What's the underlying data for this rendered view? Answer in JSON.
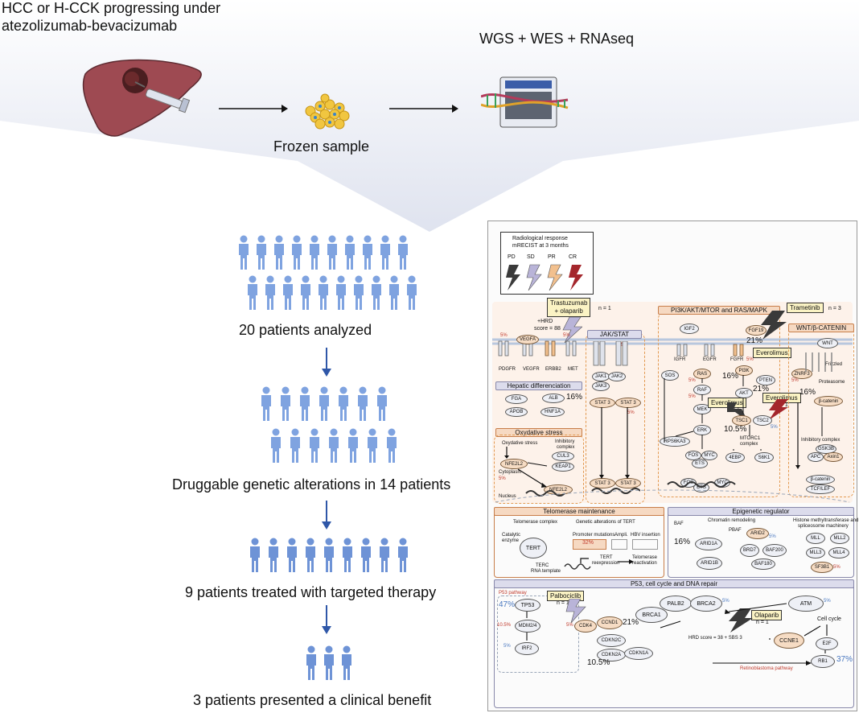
{
  "top": {
    "title_line1": "HCC or H-CCK progressing under",
    "title_line2": "atezolizumab-bevacizumab",
    "sequencing": "WGS + WES + RNAseq",
    "frozen_sample": "Frozen sample"
  },
  "flow": {
    "step1": "20 patients analyzed",
    "step2": "Druggable genetic alterations in 14 patients",
    "step3": "9 patients treated with targeted therapy",
    "step4": "3 patients presented a clinical benefit",
    "step1_count": 20,
    "step2_count": 14,
    "step3_count": 9,
    "step4_count": 3
  },
  "panel": {
    "legend": {
      "title1": "Radiological response",
      "title2": "mRECIST at 3 months",
      "items": [
        {
          "label": "PD",
          "color": "#3a3a3a"
        },
        {
          "label": "SD",
          "color": "#b9b4d8"
        },
        {
          "label": "PR",
          "color": "#f2c08e"
        },
        {
          "label": "CR",
          "color": "#a4262c"
        }
      ]
    },
    "drugs": {
      "trastuzumab1": "Trastuzumab",
      "trastuzumab2": "+ olaparib",
      "n1": "n = 1",
      "hrd1": "+HRD",
      "hrd2": "score = 88",
      "trametinib": "Trametinib",
      "n3": "n = 3",
      "everolimus": "Everolimus",
      "palbociclib": "Palbociclib",
      "olaparib": "Olaparib"
    },
    "sections": {
      "jak": "JAK/STAT",
      "pi3k": "PI3K/AKT/MTOR and RAS/MAPK",
      "wnt": "WNT/β-CATENIN",
      "hepatic": "Hepatic differenciation",
      "oxy": "Oxydative stress",
      "telomerase": "Telomerase maintenance",
      "epigenetic": "Epigenetic regulator",
      "p53": "P53, cell cycle and DNA repair"
    },
    "receptors": [
      "PDGFR",
      "VEGFR",
      "ERBB2",
      "MET"
    ],
    "labels": {
      "vegfa": "VEGFA",
      "igf2": "IGF2",
      "fgf19": "FGF19",
      "igfr": "IGFR",
      "egfr": "EGFR",
      "fgfr": "FGFR",
      "wnt": "WNT",
      "frizzled": "Frizzled",
      "znrf3": "ZNRF3",
      "proteasome": "Proteasome",
      "jak1": "JAK1",
      "jak2": "JAK2",
      "jak3": "JAK3",
      "stat3": "STAT 3",
      "sos": "SOS",
      "ras": "RAS",
      "raf": "RAF",
      "mek": "MEK",
      "erk": "ERK",
      "rps6ka3": "RPS6KA3",
      "fos": "FOS",
      "myc": "MYC",
      "ets": "ETS",
      "pi3k": "PI3K",
      "pten": "PTEN",
      "akt": "AKT",
      "tsc1": "TSC1",
      "tsc2": "TSC2",
      "mtorc1a": "MTORC1",
      "mtorc1b": "complex",
      "ebp": "4EBP",
      "s6k1": "S6K1",
      "bcat": "β-catenin",
      "inhib": "Inhibitory complex",
      "gsk3b": "GSK3B",
      "apc": "APC",
      "axin1": "Axin1",
      "tcf": "TCF/LEF",
      "fga": "FGA",
      "alb": "ALB",
      "apob": "APOB",
      "hnf1a": "HNF1A",
      "oxy_stress": "Oxydative stress",
      "inhib_cx1": "Inhibitory",
      "inhib_cx2": "complex",
      "cul3": "CUL3",
      "keap1": "KEAP1",
      "nfe2l2": "NFE2L2",
      "cytoplasm": "Cytoplasm",
      "nucleus": "Nucleus",
      "telo_complex": "Telomerase complex",
      "gen_alt": "Genetic alterations of TERT",
      "catalytic1": "Catalytic",
      "catalytic2": "enzyme",
      "tert": "TERT",
      "terc1": "TERC",
      "terc2": "RNA template",
      "promoter": "Promoter mutations",
      "ampli": "Ampli.",
      "hbv": "HBV insertion",
      "reexp1": "TERT",
      "reexp2": "reexpression",
      "react1": "Telomerase",
      "react2": "reactivation",
      "baf": "BAF",
      "chromatin": "Chromatin remodeling",
      "pbaf": "PBAF",
      "histone1": "Histone methyltransferase and",
      "histone2": "spliceosome machinery",
      "arid1a": "ARID1A",
      "arid1b": "ARID1B",
      "arid2": "ARID2",
      "brd7": "BRD7",
      "baf200": "BAF200",
      "baf180": "BAF180",
      "mll": "MLL",
      "mll2": "MLL2",
      "mll3": "MLL3",
      "mll4": "MLL4",
      "sf3b1": "SF3B1",
      "p53path": "P53 pathway",
      "tp53": "TP53",
      "mdm24": "MDM2/4",
      "irf2": "IRF2",
      "cdk4": "CDK4",
      "ccnd1": "CCND1",
      "cdkn2c": "CDKN2C",
      "cdkn2a": "CDKN2A",
      "cdkn1a": "CDKN1A",
      "palb2": "PALB2",
      "brca2": "BRCA2",
      "brca1": "BRCA1",
      "atm": "ATM",
      "cellcycle": "Cell cycle",
      "e2f": "E2F",
      "ccne1": "CCNE1",
      "rb1": "RB1",
      "rb_path": "Retinoblastoma pathway",
      "hrd38": "HRD score  =  38 + SBS 3",
      "n1b": "n = 1"
    },
    "pcts": {
      "p5": "5%",
      "p16": "16%",
      "p21": "21%",
      "p10": "10.5%",
      "p47": "47%",
      "p32": "32%",
      "p37": "37%"
    }
  }
}
